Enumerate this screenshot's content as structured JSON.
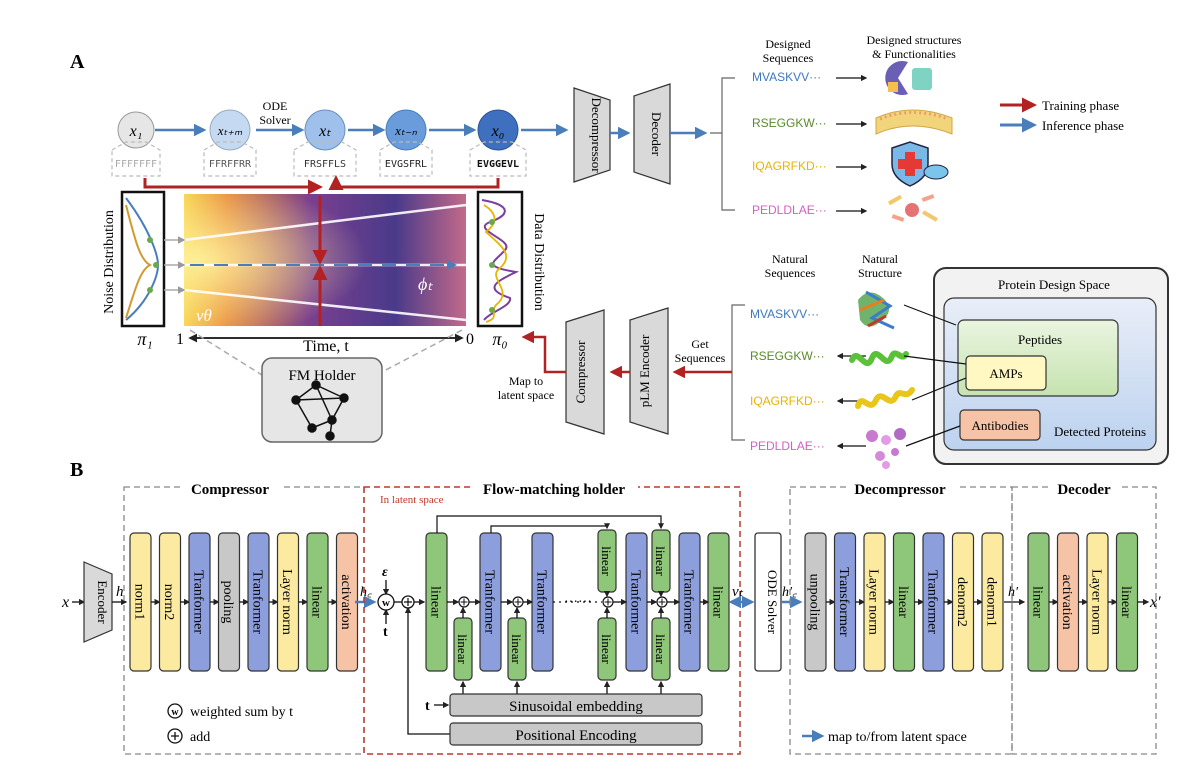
{
  "colors": {
    "training": "#b22222",
    "inference": "#4a7ebb",
    "yellow_block": "#fbeaa0",
    "blue_block": "#8c9fdc",
    "gray_block": "#c8c8c8",
    "green_block": "#8fc77a",
    "orange_block": "#f6c3a6",
    "seq_blue": "#3b78c2",
    "seq_green": "#5a8a2a",
    "seq_yellow": "#e8b400",
    "seq_pink": "#d45fc4"
  },
  "panelA": {
    "label": "A",
    "nodes": [
      {
        "label": "x₁",
        "seq": "FFFFFFF",
        "fill": "#e6e6e6"
      },
      {
        "label": "xₜ₊ₘ",
        "seq": "FFRFFRR",
        "fill": "#c5daf2"
      },
      {
        "label": "xₜ",
        "seq": "FRSFFLS",
        "fill": "#9ec0ea"
      },
      {
        "label": "xₜ₋ₙ",
        "seq": "EVGSFRL",
        "fill": "#6a9bdb"
      },
      {
        "label": "x₀",
        "seq": "EVGGEVL",
        "fill": "#3f6fbf"
      }
    ],
    "ode_solver_label": [
      "ODE",
      "Solver"
    ],
    "noise_label": "Noise Distribution",
    "data_label": "Data Distribution",
    "pi1": "π₁",
    "pi0": "π₀",
    "axis_one": "1",
    "axis_zero": "0",
    "time_label": "Time, t",
    "v_theta": "vθ",
    "phi_t": "ϕₜ",
    "fm_holder": "FM Holder",
    "decompressor": "Decompressor",
    "decoder": "Decoder",
    "compressor": "Compressor",
    "plm_encoder": "pLM Encoder",
    "get_sequences": [
      "Get",
      "Sequences"
    ],
    "map_latent": [
      "Map to",
      "latent space"
    ],
    "designed_sequences_title": [
      "Designed",
      "Sequences"
    ],
    "designed_structures_title": [
      "Designed structures",
      "& Functionalities"
    ],
    "natural_sequences_title": [
      "Natural",
      "Sequences"
    ],
    "natural_structure_title": [
      "Natural",
      "Structure"
    ],
    "sequences": [
      "MVASKVV···",
      "RSEGGKW···",
      "IQAGRFKD···",
      "PEDLDLAE···"
    ],
    "legend": {
      "training": "Training phase",
      "inference": "Inference phase"
    },
    "design_space": {
      "title": "Protein Design Space",
      "peptides": "Peptides",
      "amps": "AMPs",
      "antibodies": "Antibodies",
      "detected": "Detected Proteins"
    }
  },
  "panelB": {
    "label": "B",
    "x_in": "x",
    "encoder": "Encoder",
    "h": "h",
    "compressor_title": "Compressor",
    "compressor_blocks": [
      {
        "label": "norm1",
        "fill": "#fbeaa0"
      },
      {
        "label": "norm2",
        "fill": "#fbeaa0"
      },
      {
        "label": "Tranformer",
        "fill": "#8c9fdc"
      },
      {
        "label": "pooling",
        "fill": "#c8c8c8"
      },
      {
        "label": "Tranformer",
        "fill": "#8c9fdc"
      },
      {
        "label": "Layer norm",
        "fill": "#fbeaa0"
      },
      {
        "label": "linear",
        "fill": "#8fc77a"
      },
      {
        "label": "activation",
        "fill": "#f6c3a6"
      }
    ],
    "h_c": "h꜀",
    "epsilon": "ε",
    "t": "t",
    "w": "w",
    "fm_title": "Flow-matching holder",
    "in_latent": "In latent space",
    "fm_linear_first": "linear",
    "fm_tall": [
      "Tranformer",
      "Tranformer",
      "Tranformer",
      "Tranformer",
      "linear"
    ],
    "fm_small": [
      "linear",
      "linear",
      "linear",
      "linear",
      "linear",
      "linear"
    ],
    "dots": "······",
    "sinusoidal": "Sinusoidal embedding",
    "positional": "Positional Encoding",
    "v_t": "vₜ",
    "ode_solver": "ODE Solver",
    "h_c_prime": "h′꜀",
    "decompressor_title": "Decompressor",
    "decompressor_blocks": [
      {
        "label": "unpooling",
        "fill": "#c8c8c8"
      },
      {
        "label": "Transformer",
        "fill": "#8c9fdc"
      },
      {
        "label": "Layer norm",
        "fill": "#fbeaa0"
      },
      {
        "label": "linear",
        "fill": "#8fc77a"
      },
      {
        "label": "Tranformer",
        "fill": "#8c9fdc"
      },
      {
        "label": "denorm2",
        "fill": "#fbeaa0"
      },
      {
        "label": "denorm1",
        "fill": "#fbeaa0"
      }
    ],
    "h_prime": "h′",
    "decoder_title": "Decoder",
    "decoder_blocks": [
      {
        "label": "linear",
        "fill": "#8fc77a"
      },
      {
        "label": "activation",
        "fill": "#f6c3a6"
      },
      {
        "label": "Layer norm",
        "fill": "#fbeaa0"
      },
      {
        "label": "linear",
        "fill": "#8fc77a"
      }
    ],
    "x_out": "x′",
    "legend_w": "weighted sum by t",
    "legend_add": "add",
    "legend_map": "map to/from latent space"
  }
}
